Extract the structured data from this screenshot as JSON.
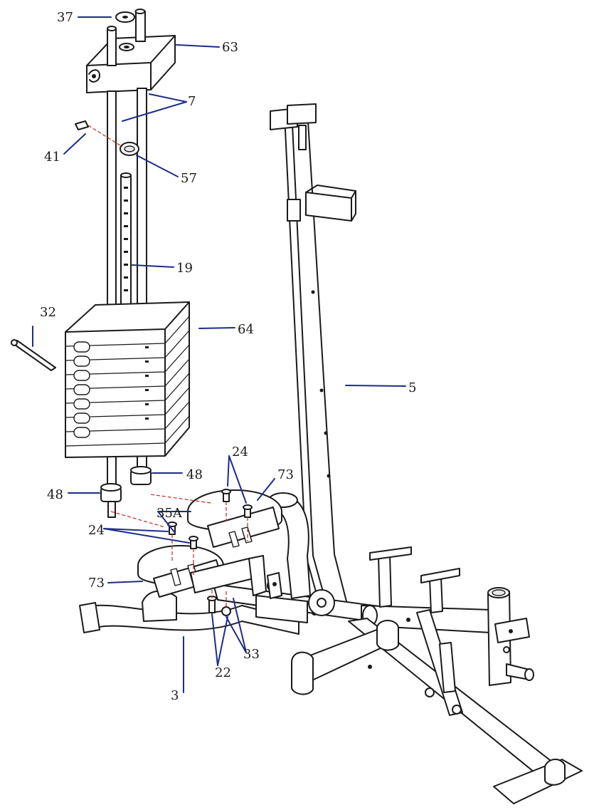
{
  "colors": {
    "line": "#1a1a1a",
    "callout": "#1d2c8a",
    "dashed": "#c0392b",
    "background": "#ffffff"
  },
  "callouts": {
    "c37": "37",
    "c63": "63",
    "c7": "7",
    "c41": "41",
    "c57": "57",
    "c19": "19",
    "c32": "32",
    "c64": "64",
    "c5": "5",
    "c24_top": "24",
    "c73_right": "73",
    "c48_right": "48",
    "c48_left": "48",
    "c35a": "35A",
    "c24_left": "24",
    "c73_left": "73",
    "c33": "33",
    "c22": "22",
    "c3": "3"
  }
}
